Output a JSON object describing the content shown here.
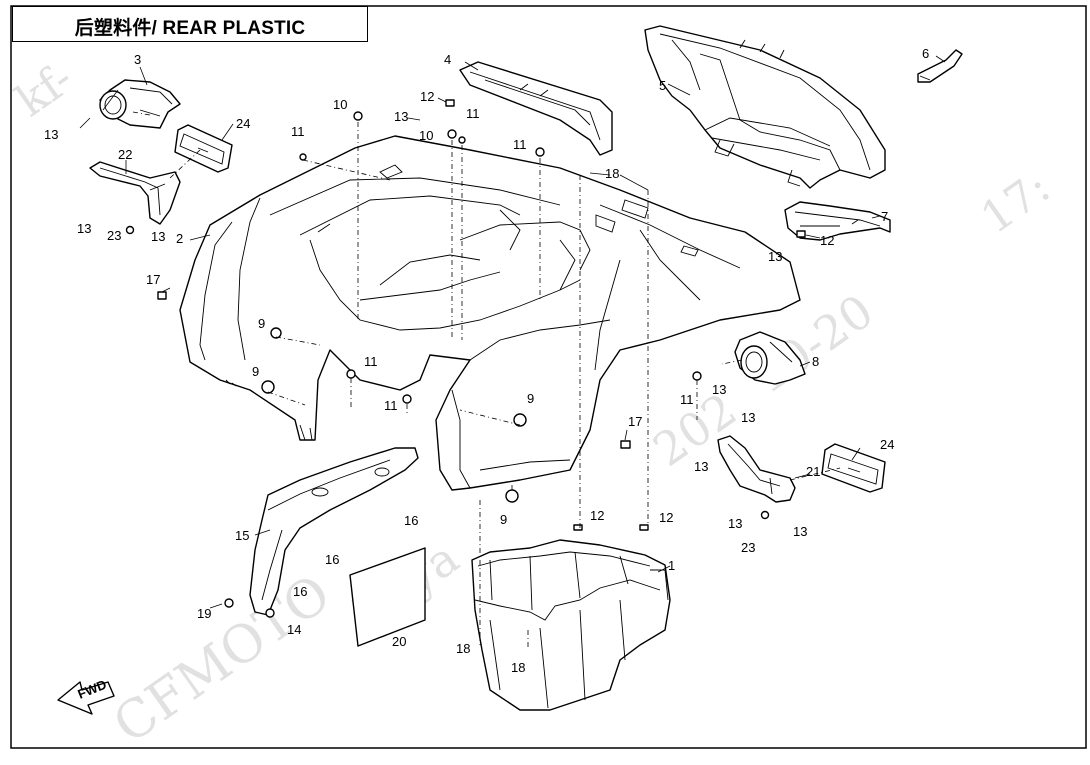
{
  "title": "后塑料件/ REAR PLASTIC",
  "fwd_label": "FWD",
  "watermark": {
    "a": "kf-",
    "b": "17:",
    "c": "202",
    "d": "10-20",
    "e": "kf-ya",
    "f": "CFMOTO"
  },
  "callouts": {
    "c1": "1",
    "c2": "2",
    "c3": "3",
    "c4": "4",
    "c5": "5",
    "c6": "6",
    "c7": "7",
    "c8": "8",
    "c9a": "9",
    "c9b": "9",
    "c9c": "9",
    "c9d": "9",
    "c10a": "10",
    "c10b": "10",
    "c11a": "11",
    "c11b": "11",
    "c11c": "11",
    "c11d": "11",
    "c11e": "11",
    "c11f": "11",
    "c12a": "12",
    "c12b": "12",
    "c12c": "12",
    "c12d": "12",
    "c13a": "13",
    "c13b": "13",
    "c13c": "13",
    "c13d": "13",
    "c13e": "13",
    "c13f": "13",
    "c13g": "13",
    "c13h": "13",
    "c13i": "13",
    "c13j": "13",
    "c14": "14",
    "c15": "15",
    "c16a": "16",
    "c16b": "16",
    "c16c": "16",
    "c17a": "17",
    "c17b": "17",
    "c18a": "18",
    "c18b": "18",
    "c18c": "18",
    "c19": "19",
    "c20": "20",
    "c21": "21",
    "c22": "22",
    "c23a": "23",
    "c23b": "23",
    "c24a": "24",
    "c24b": "24"
  }
}
